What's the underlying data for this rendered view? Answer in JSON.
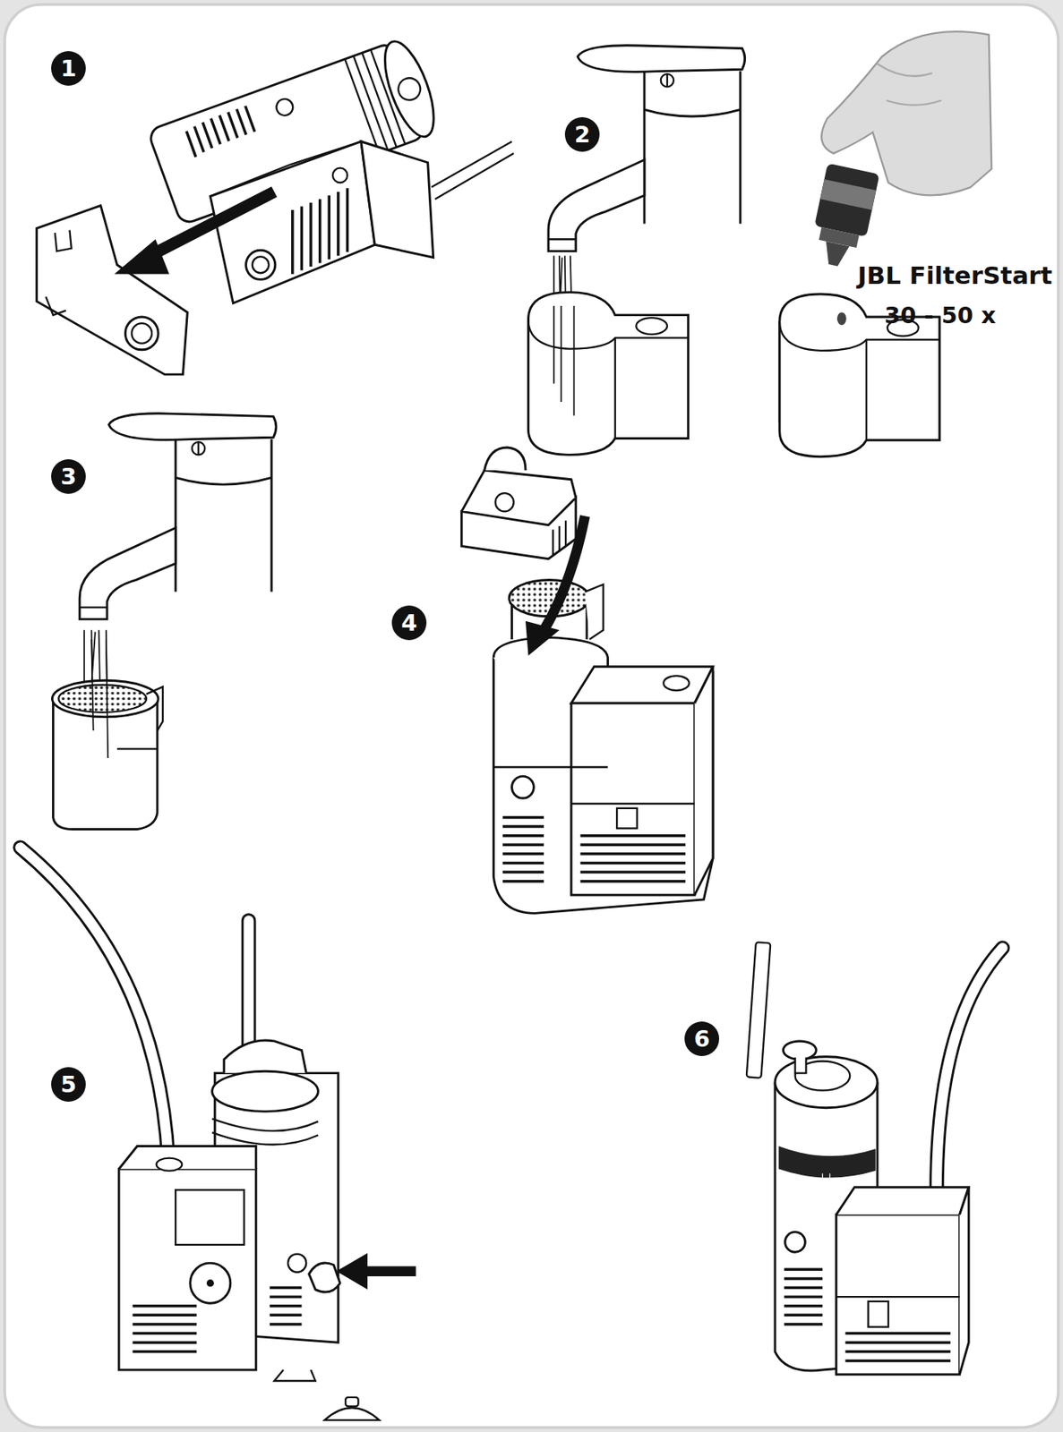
{
  "diagram": {
    "labels": [
      "1",
      "2",
      "3",
      "4",
      "5",
      "6",
      "JBL FilterStart",
      "30 - 50 x"
    ]
  }
}
